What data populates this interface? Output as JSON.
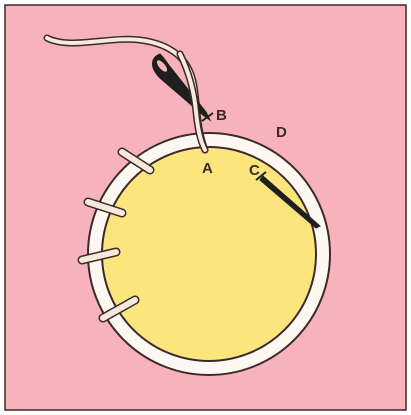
{
  "labels": {
    "a": "A",
    "b": "B",
    "c": "C",
    "d": "D"
  },
  "colors": {
    "background": "#f7b2bb",
    "frame_border": "#3a2a2a",
    "outer_ring": "#fdf8f1",
    "inner_disc": "#fbe57c",
    "thread": "#f7e9dc",
    "needle": "#1f1f1f",
    "stroke": "#3a2a2a"
  }
}
